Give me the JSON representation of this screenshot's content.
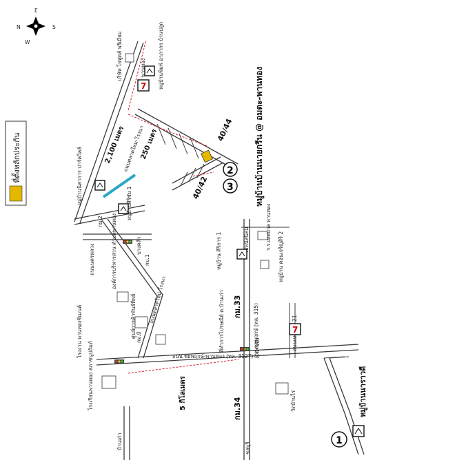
{
  "compass": {
    "n": "N",
    "e": "E",
    "s": "S",
    "w": "W"
  },
  "legend": {
    "label": "ที่ตั้งหลักประกัน",
    "swatch_color": "#e5b800"
  },
  "markers": {
    "one": "1",
    "two": "2",
    "three": "3"
  },
  "roads": {
    "chaiyaphruek_main": "ถนน ชยพฤกษ์-พานทอง (ทล. 3127)",
    "chaiyaphruek_315": "ถนนชยพฤกษ์ (ทล. 315)",
    "lat_yao_mai": "ถนนตลาดใหม่-โรงนา",
    "lat_yao_mai_2": "ถนนตลาดใหม่-โรงนา",
    "thanon_1": "ถนนนครหลวง",
    "thanon_2": "ถนนเทศบาล 21",
    "ban_kao": "บ้านเก่า",
    "ban_bueng": "อ.บ้านบึง",
    "km34": "กม.34",
    "km33": "กม.33",
    "km0": "กม.0",
    "km1": "กม.1",
    "km2": "กม.2",
    "to_chonburi": "ชลบุรี",
    "to_panthong": "พานทอง",
    "to_bangkhla": "บางคล้า",
    "to_khokkham": "ไปพนัสนิคม"
  },
  "distances": {
    "d2100": "2,100 เมตร",
    "d250": "250 เมตร",
    "d5km": "5 กิโลเมตร"
  },
  "plots": {
    "p1": "40/44",
    "p2": "40/42"
  },
  "village_main": "หมู่บ้านบ้านนายกรีน @ อมตะ-พานทอง",
  "village_narawadee": "หมู่บ้านนาราวดี",
  "landmarks": {
    "school": "โรงเรียนพานทอง สภาชนูปถัมภ์",
    "factory": "โรงงาน พานทองซิเมนต์",
    "office": "องค์การบริหารส่วน ตำบลพานทอง",
    "mall": "ศูนย์การค้าพันธ์ทิพย์",
    "temple": "วัดบ้านไร่",
    "police": "ที่ทำการไปรษณีย์ ต.บ้านเก่า",
    "village_sirichai": "หมู่บ้านศิริชัย 1",
    "village_pluem": "หมู่บ้าน ศิริการ 1",
    "village_charoen": "หมู่บ้าน คอนเจริญสิริ 2",
    "village_thankasem": "หมู่บ้านนิศาการ ปาร์ควิลล์",
    "village_food": "หมู่บ้านพิมพ์ อาภากร บ้านปลูก",
    "sayam": "บริษัท โยฟูดส์ พรีเมี่ยม",
    "kho": "สำนักงาน",
    "sayam_food": "ร้านอาหาร",
    "school2": "ร.ร.เทศบาล พานทอง"
  },
  "brand_logo": "7",
  "colors": {
    "road": "#3a3a3a",
    "cyan": "#2aa7c9",
    "red": "#d0202a",
    "yellow": "#e5b800"
  }
}
